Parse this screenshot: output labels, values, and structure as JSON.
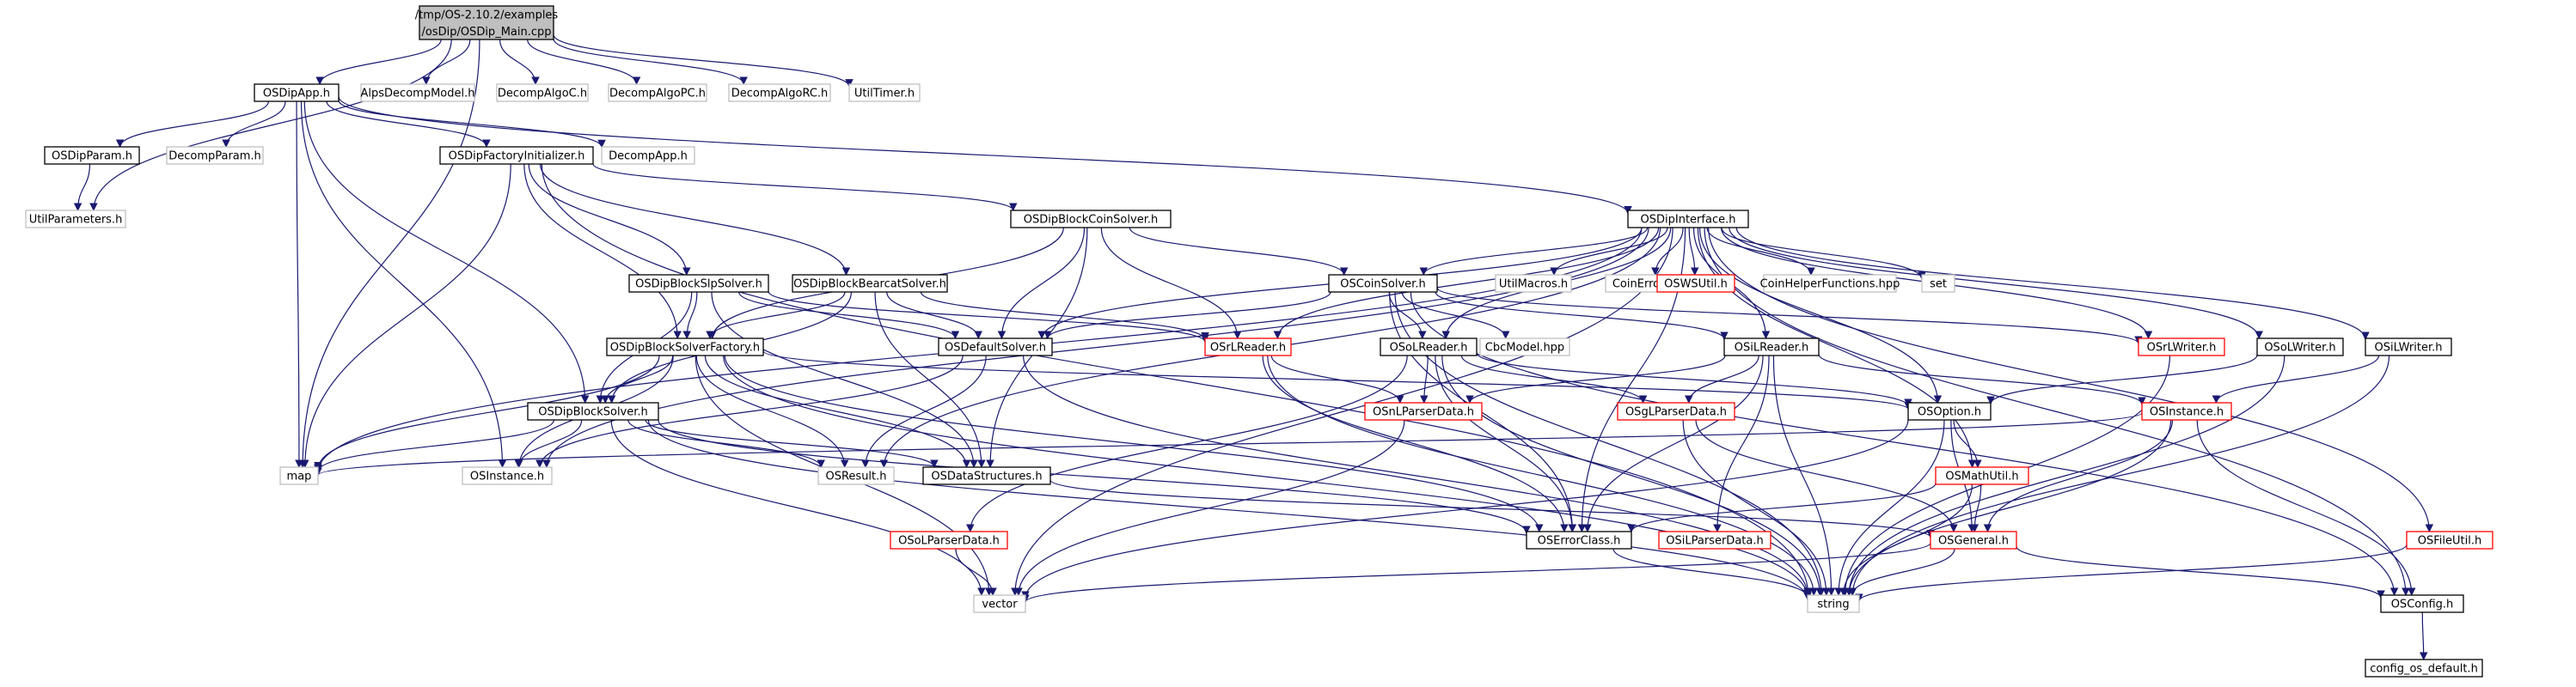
{
  "graph": {
    "colors": {
      "edge": "#191970",
      "black": "#000000",
      "red": "#ff0000",
      "gray": "#bfbfbf",
      "highlight_fill": "#bfbfbf"
    },
    "nodes": [
      {
        "id": "main",
        "lines": [
          "/tmp/OS-2.10.2/examples",
          "/osDip/OSDip_Main.cpp"
        ],
        "style": "highlight"
      },
      {
        "id": "osdipapp",
        "lines": [
          "OSDipApp.h"
        ],
        "style": "black"
      },
      {
        "id": "alpsdecomp",
        "lines": [
          "AlpsDecompModel.h"
        ],
        "style": "gray"
      },
      {
        "id": "decompalgoc",
        "lines": [
          "DecompAlgoC.h"
        ],
        "style": "gray"
      },
      {
        "id": "decompalgopc",
        "lines": [
          "DecompAlgoPC.h"
        ],
        "style": "gray"
      },
      {
        "id": "decompalgorc",
        "lines": [
          "DecompAlgoRC.h"
        ],
        "style": "gray"
      },
      {
        "id": "utiltimer",
        "lines": [
          "UtilTimer.h"
        ],
        "style": "gray"
      },
      {
        "id": "osdipparam",
        "lines": [
          "OSDipParam.h"
        ],
        "style": "black"
      },
      {
        "id": "decompparam",
        "lines": [
          "DecompParam.h"
        ],
        "style": "gray"
      },
      {
        "id": "factoryinit",
        "lines": [
          "OSDipFactoryInitializer.h"
        ],
        "style": "black"
      },
      {
        "id": "decompapp",
        "lines": [
          "DecompApp.h"
        ],
        "style": "gray"
      },
      {
        "id": "utilparams",
        "lines": [
          "UtilParameters.h"
        ],
        "style": "gray"
      },
      {
        "id": "coinsolverblk",
        "lines": [
          "OSDipBlockCoinSolver.h"
        ],
        "style": "black"
      },
      {
        "id": "osdipinterface",
        "lines": [
          "OSDipInterface.h"
        ],
        "style": "black"
      },
      {
        "id": "slpsolver",
        "lines": [
          "OSDipBlockSlpSolver.h"
        ],
        "style": "black"
      },
      {
        "id": "bearcat",
        "lines": [
          "OSDipBlockBearcatSolver.h"
        ],
        "style": "black"
      },
      {
        "id": "coinsolver",
        "lines": [
          "OSCoinSolver.h"
        ],
        "style": "black"
      },
      {
        "id": "utilmacros",
        "lines": [
          "UtilMacros.h"
        ],
        "style": "gray"
      },
      {
        "id": "coinerror",
        "lines": [
          "CoinError.hpp"
        ],
        "style": "gray"
      },
      {
        "id": "oswsutil",
        "lines": [
          "OSWSUtil.h"
        ],
        "style": "red"
      },
      {
        "id": "coinhelper",
        "lines": [
          "CoinHelperFunctions.hpp"
        ],
        "style": "gray"
      },
      {
        "id": "set",
        "lines": [
          "set"
        ],
        "style": "gray"
      },
      {
        "id": "factory",
        "lines": [
          "OSDipBlockSolverFactory.h"
        ],
        "style": "black"
      },
      {
        "id": "defaultsolver",
        "lines": [
          "OSDefaultSolver.h"
        ],
        "style": "black"
      },
      {
        "id": "osrlreader",
        "lines": [
          "OSrLReader.h"
        ],
        "style": "red"
      },
      {
        "id": "osolreader",
        "lines": [
          "OSoLReader.h"
        ],
        "style": "black"
      },
      {
        "id": "cbcmodel",
        "lines": [
          "CbcModel.hpp"
        ],
        "style": "gray"
      },
      {
        "id": "osilreader",
        "lines": [
          "OSiLReader.h"
        ],
        "style": "black"
      },
      {
        "id": "osrlwriter",
        "lines": [
          "OSrLWriter.h"
        ],
        "style": "red"
      },
      {
        "id": "osolwriter",
        "lines": [
          "OSoLWriter.h"
        ],
        "style": "black"
      },
      {
        "id": "osilwriter",
        "lines": [
          "OSiLWriter.h"
        ],
        "style": "black"
      },
      {
        "id": "blocksolver",
        "lines": [
          "OSDipBlockSolver.h"
        ],
        "style": "black"
      },
      {
        "id": "osnlparser",
        "lines": [
          "OSnLParserData.h"
        ],
        "style": "red"
      },
      {
        "id": "osglparser",
        "lines": [
          "OSgLParserData.h"
        ],
        "style": "red"
      },
      {
        "id": "osoption",
        "lines": [
          "OSOption.h"
        ],
        "style": "black"
      },
      {
        "id": "osinstance_red",
        "lines": [
          "OSInstance.h"
        ],
        "style": "red"
      },
      {
        "id": "map",
        "lines": [
          "map"
        ],
        "style": "gray"
      },
      {
        "id": "osinstance",
        "lines": [
          "OSInstance.h"
        ],
        "style": "gray"
      },
      {
        "id": "osresult",
        "lines": [
          "OSResult.h"
        ],
        "style": "gray"
      },
      {
        "id": "osdatastructs",
        "lines": [
          "OSDataStructures.h"
        ],
        "style": "black"
      },
      {
        "id": "osmathutil",
        "lines": [
          "OSMathUtil.h"
        ],
        "style": "red"
      },
      {
        "id": "osolparser",
        "lines": [
          "OSoLParserData.h"
        ],
        "style": "red"
      },
      {
        "id": "oserrorclass",
        "lines": [
          "OSErrorClass.h"
        ],
        "style": "black"
      },
      {
        "id": "osilparser",
        "lines": [
          "OSiLParserData.h"
        ],
        "style": "red"
      },
      {
        "id": "osgeneral",
        "lines": [
          "OSGeneral.h"
        ],
        "style": "red"
      },
      {
        "id": "osfileutil",
        "lines": [
          "OSFileUtil.h"
        ],
        "style": "red"
      },
      {
        "id": "vector",
        "lines": [
          "vector"
        ],
        "style": "gray"
      },
      {
        "id": "string",
        "lines": [
          "string"
        ],
        "style": "gray"
      },
      {
        "id": "osconfig",
        "lines": [
          "OSConfig.h"
        ],
        "style": "black"
      },
      {
        "id": "configdefault",
        "lines": [
          "config_os_default.h"
        ],
        "style": "black"
      }
    ],
    "edges": [
      [
        "main",
        "osdipapp"
      ],
      [
        "main",
        "alpsdecomp"
      ],
      [
        "main",
        "decompalgoc"
      ],
      [
        "main",
        "decompalgopc"
      ],
      [
        "main",
        "decompalgorc"
      ],
      [
        "main",
        "utiltimer"
      ],
      [
        "main",
        "utilparams"
      ],
      [
        "main",
        "map"
      ],
      [
        "osdipapp",
        "osdipparam"
      ],
      [
        "osdipapp",
        "decompparam"
      ],
      [
        "osdipapp",
        "factoryinit"
      ],
      [
        "osdipapp",
        "decompapp"
      ],
      [
        "osdipapp",
        "osdipinterface"
      ],
      [
        "osdipapp",
        "blocksolver"
      ],
      [
        "osdipapp",
        "osinstance"
      ],
      [
        "osdipapp",
        "map"
      ],
      [
        "osdipparam",
        "utilparams"
      ],
      [
        "factoryinit",
        "coinsolverblk"
      ],
      [
        "factoryinit",
        "slpsolver"
      ],
      [
        "factoryinit",
        "bearcat"
      ],
      [
        "factoryinit",
        "factory"
      ],
      [
        "factoryinit",
        "map"
      ],
      [
        "factoryinit",
        "string"
      ],
      [
        "coinsolverblk",
        "coinsolver"
      ],
      [
        "coinsolverblk",
        "factory"
      ],
      [
        "coinsolverblk",
        "defaultsolver"
      ],
      [
        "coinsolverblk",
        "osrlreader"
      ],
      [
        "coinsolverblk",
        "osdatastructs"
      ],
      [
        "osdipinterface",
        "coinsolver"
      ],
      [
        "osdipinterface",
        "utilmacros"
      ],
      [
        "osdipinterface",
        "coinerror"
      ],
      [
        "osdipinterface",
        "oswsutil"
      ],
      [
        "osdipinterface",
        "coinhelper"
      ],
      [
        "osdipinterface",
        "set"
      ],
      [
        "osdipinterface",
        "osrlreader"
      ],
      [
        "osdipinterface",
        "osolreader"
      ],
      [
        "osdipinterface",
        "osilreader"
      ],
      [
        "osdipinterface",
        "osrlwriter"
      ],
      [
        "osdipinterface",
        "osolwriter"
      ],
      [
        "osdipinterface",
        "osilwriter"
      ],
      [
        "osdipinterface",
        "osfileutil"
      ],
      [
        "osdipinterface",
        "osoption"
      ],
      [
        "osdipinterface",
        "osmathutil"
      ],
      [
        "osdipinterface",
        "oserrorclass"
      ],
      [
        "osdipinterface",
        "osconfig"
      ],
      [
        "osdipinterface",
        "defaultsolver"
      ],
      [
        "osdipinterface",
        "osresult"
      ],
      [
        "osdipinterface",
        "osinstance"
      ],
      [
        "osdipinterface",
        "map"
      ],
      [
        "osdipinterface",
        "vector"
      ],
      [
        "slpsolver",
        "factory"
      ],
      [
        "slpsolver",
        "blocksolver"
      ],
      [
        "slpsolver",
        "defaultsolver"
      ],
      [
        "slpsolver",
        "osrlreader"
      ],
      [
        "slpsolver",
        "osdatastructs"
      ],
      [
        "bearcat",
        "factory"
      ],
      [
        "bearcat",
        "blocksolver"
      ],
      [
        "bearcat",
        "defaultsolver"
      ],
      [
        "bearcat",
        "osrlreader"
      ],
      [
        "bearcat",
        "osdatastructs"
      ],
      [
        "coinsolver",
        "osolreader"
      ],
      [
        "coinsolver",
        "cbcmodel"
      ],
      [
        "coinsolver",
        "osilreader"
      ],
      [
        "coinsolver",
        "osrlwriter"
      ],
      [
        "coinsolver",
        "defaultsolver"
      ],
      [
        "coinsolver",
        "oserrorclass"
      ],
      [
        "coinsolver",
        "osconfig"
      ],
      [
        "coinsolver",
        "string"
      ],
      [
        "factory",
        "blocksolver"
      ],
      [
        "factory",
        "osinstance"
      ],
      [
        "factory",
        "osresult"
      ],
      [
        "factory",
        "osdatastructs"
      ],
      [
        "factory",
        "oserrorclass"
      ],
      [
        "factory",
        "osoption"
      ],
      [
        "factory",
        "map"
      ],
      [
        "factory",
        "vector"
      ],
      [
        "factory",
        "string"
      ],
      [
        "defaultsolver",
        "osresult"
      ],
      [
        "defaultsolver",
        "osinstance"
      ],
      [
        "defaultsolver",
        "string"
      ],
      [
        "osrlreader",
        "osnlparser"
      ],
      [
        "osrlreader",
        "oserrorclass"
      ],
      [
        "osrlreader",
        "string"
      ],
      [
        "osolreader",
        "osnlparser"
      ],
      [
        "osolreader",
        "osglparser"
      ],
      [
        "osolreader",
        "osoption"
      ],
      [
        "osolreader",
        "osolparser"
      ],
      [
        "osolreader",
        "oserrorclass"
      ],
      [
        "osolreader",
        "string"
      ],
      [
        "osilreader",
        "osnlparser"
      ],
      [
        "osilreader",
        "osglparser"
      ],
      [
        "osilreader",
        "osinstance_red"
      ],
      [
        "osilreader",
        "osilparser"
      ],
      [
        "osilreader",
        "oserrorclass"
      ],
      [
        "osilreader",
        "string"
      ],
      [
        "osrlwriter",
        "string"
      ],
      [
        "osolwriter",
        "osoption"
      ],
      [
        "osolwriter",
        "string"
      ],
      [
        "osilwriter",
        "osinstance_red"
      ],
      [
        "osilwriter",
        "string"
      ],
      [
        "blocksolver",
        "osinstance"
      ],
      [
        "blocksolver",
        "osresult"
      ],
      [
        "blocksolver",
        "osdatastructs"
      ],
      [
        "blocksolver",
        "oserrorclass"
      ],
      [
        "blocksolver",
        "map"
      ],
      [
        "blocksolver",
        "vector"
      ],
      [
        "blocksolver",
        "string"
      ],
      [
        "osnlparser",
        "vector"
      ],
      [
        "osglparser",
        "osgeneral"
      ],
      [
        "osglparser",
        "string"
      ],
      [
        "osoption",
        "osmathutil"
      ],
      [
        "osoption",
        "osgeneral"
      ],
      [
        "osoption",
        "vector"
      ],
      [
        "osoption",
        "string"
      ],
      [
        "osinstance_red",
        "osgeneral"
      ],
      [
        "osinstance_red",
        "osconfig"
      ],
      [
        "osinstance_red",
        "map"
      ],
      [
        "osinstance_red",
        "string"
      ],
      [
        "osdatastructs",
        "osgeneral"
      ],
      [
        "osmathutil",
        "oserrorclass"
      ],
      [
        "osmathutil",
        "osgeneral"
      ],
      [
        "osmathutil",
        "string"
      ],
      [
        "osolparser",
        "vector"
      ],
      [
        "oserrorclass",
        "string"
      ],
      [
        "osgeneral",
        "osconfig"
      ],
      [
        "osgeneral",
        "vector"
      ],
      [
        "osgeneral",
        "string"
      ],
      [
        "osfileutil",
        "string"
      ],
      [
        "osconfig",
        "configdefault"
      ]
    ]
  }
}
